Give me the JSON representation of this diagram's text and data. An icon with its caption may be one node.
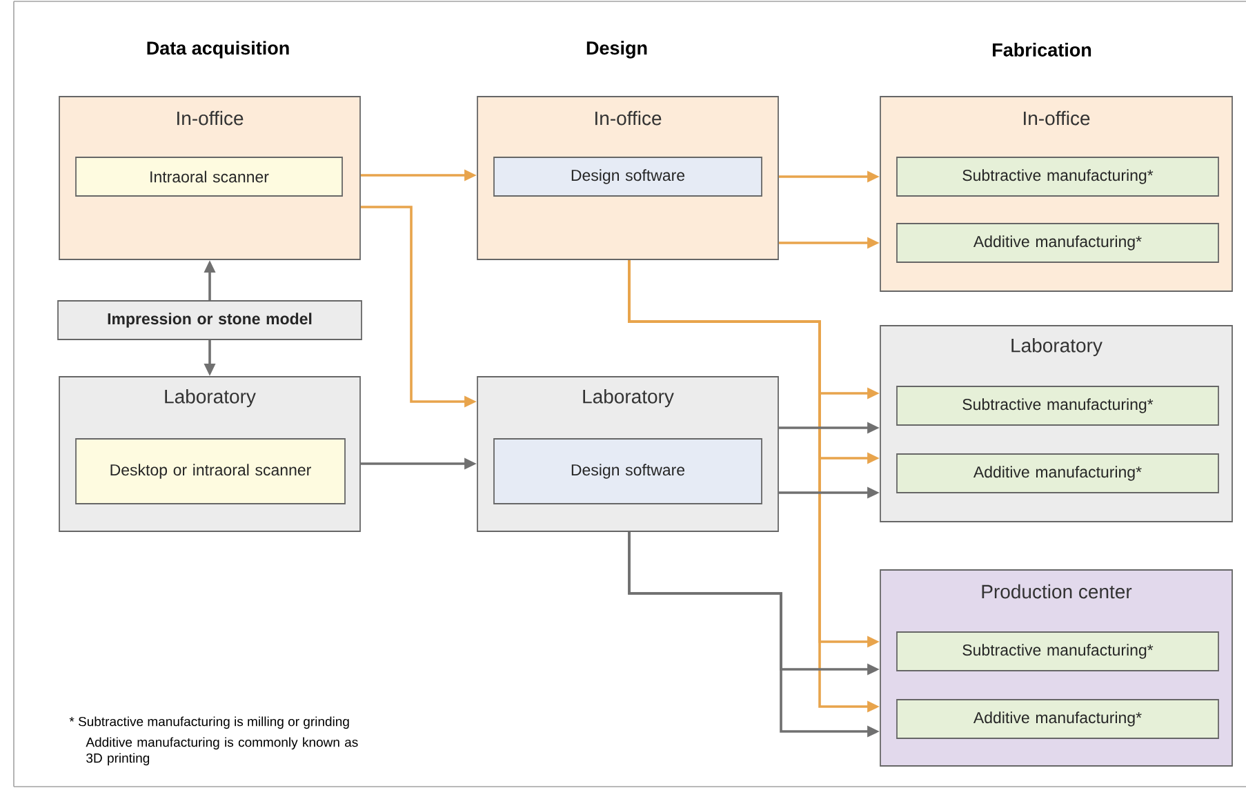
{
  "diagram": {
    "nodes": [
      {
        "text": [
          "In-office"
        ]
      },
      {
        "text": [
          "Intraoral scanner"
        ],
        "in": 0
      },
      {
        "text": [
          "Impression or stone model"
        ]
      },
      {
        "text": [
          "Laboratory"
        ]
      },
      {
        "text": [
          "Desktop or intraoral scanner"
        ],
        "in": 3
      },
      {
        "text": [
          "In-office"
        ]
      },
      {
        "text": [
          "Design software"
        ],
        "in": 5
      },
      {
        "text": [
          "Laboratory"
        ]
      },
      {
        "text": [
          "Design software"
        ],
        "in": 7
      },
      {
        "text": [
          "In-office"
        ]
      },
      {
        "text": [
          "Subtractive manufacturing*"
        ],
        "in": 9
      },
      {
        "text": [
          "Additive manufacturing*"
        ],
        "in": 9
      },
      {
        "text": [
          "Laboratory"
        ]
      },
      {
        "text": [
          "Subtractive manufacturing*"
        ],
        "in": 12
      },
      {
        "text": [
          "Additive manufacturing*"
        ],
        "in": 12
      },
      {
        "text": [
          "Production center"
        ]
      },
      {
        "text": [
          "Subtractive manufacturing*"
        ],
        "in": 15
      },
      {
        "text": [
          "Additive manufacturing*"
        ],
        "in": 15
      }
    ],
    "edges": [
      {
        "from": 2,
        "to": 0,
        "arrow": "to",
        "color": "#707070"
      },
      {
        "from": 2,
        "to": 3,
        "arrow": "to",
        "color": "#707070"
      },
      {
        "from": 0,
        "to": 5,
        "arrow": "to"
      },
      {
        "from": 0,
        "to": 7,
        "arrow": "to"
      },
      {
        "from": 3,
        "to": 7,
        "arrow": "to",
        "color": "#707070"
      },
      {
        "from": 5,
        "to": 9,
        "arrow": "to"
      },
      {
        "from": 5,
        "to": 9,
        "arrow": "to"
      },
      {
        "from": 5,
        "to": 12,
        "arrow": "to"
      },
      {
        "from": 5,
        "to": 12,
        "arrow": "to"
      },
      {
        "from": 5,
        "to": 15,
        "arrow": "to"
      },
      {
        "from": 5,
        "to": 15,
        "arrow": "to"
      },
      {
        "from": 7,
        "to": 12,
        "arrow": "to",
        "color": "#707070"
      },
      {
        "from": 7,
        "to": 12,
        "arrow": "to",
        "color": "#707070"
      },
      {
        "from": 7,
        "to": 15,
        "arrow": "to",
        "color": "#707070"
      },
      {
        "from": 7,
        "to": 15,
        "arrow": "to",
        "color": "#707070"
      }
    ],
    "labels": [
      "Data acquisition",
      "Design",
      "Fabrication",
      "* Subtractive manufacturing is milling or grinding",
      "Additive manufacturing is commonly known as 3D printing"
    ]
  }
}
